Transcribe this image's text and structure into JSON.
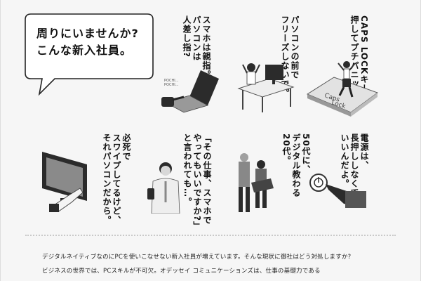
{
  "bubble": {
    "line1": "周りにいませんか?",
    "line2": "こんな新入社員。"
  },
  "panels": [
    {
      "id": "caps-lock",
      "lines": [
        "CAPS LOCKキーを",
        "押してプチパニック。"
      ],
      "key_label_1": "Caps",
      "key_label_2": "Lock"
    },
    {
      "id": "freeze",
      "lines": [
        "パソコンの前で",
        "フリーズしないで。"
      ]
    },
    {
      "id": "smartphone-finger",
      "lines": [
        "スマホは親指。",
        "パソコンは",
        "人差し指?"
      ],
      "sound": "POCHI... POCHI..."
    },
    {
      "id": "power-button",
      "lines": [
        "電源は、",
        "長押ししなくて",
        "いいんだよ。"
      ]
    },
    {
      "id": "fifties",
      "lines": [
        "50代に、",
        "デジタル教わる",
        "20代。"
      ]
    },
    {
      "id": "that-job",
      "lines": [
        "「その仕事、スマホで",
        "やってもいいですか?」",
        "と言われても…。"
      ]
    },
    {
      "id": "swipe",
      "lines": [
        "必死で",
        "スワイプしてるけど、",
        "それパソコンだから。"
      ]
    }
  ],
  "footer": {
    "line1": "デジタルネイティブなのにPCを使いこなせない新入社員が増えています。そんな現状に御社はどう対処しますか?",
    "line2": "ビジネスの世界では、PCスキルが不可欠。オデッセイ コミュニケーションズは、仕事の基礎力である"
  },
  "colors": {
    "background": "#f6f6f6",
    "ink": "#111111",
    "gray": "#7a7a7a",
    "divider": "#c9c9c9"
  }
}
